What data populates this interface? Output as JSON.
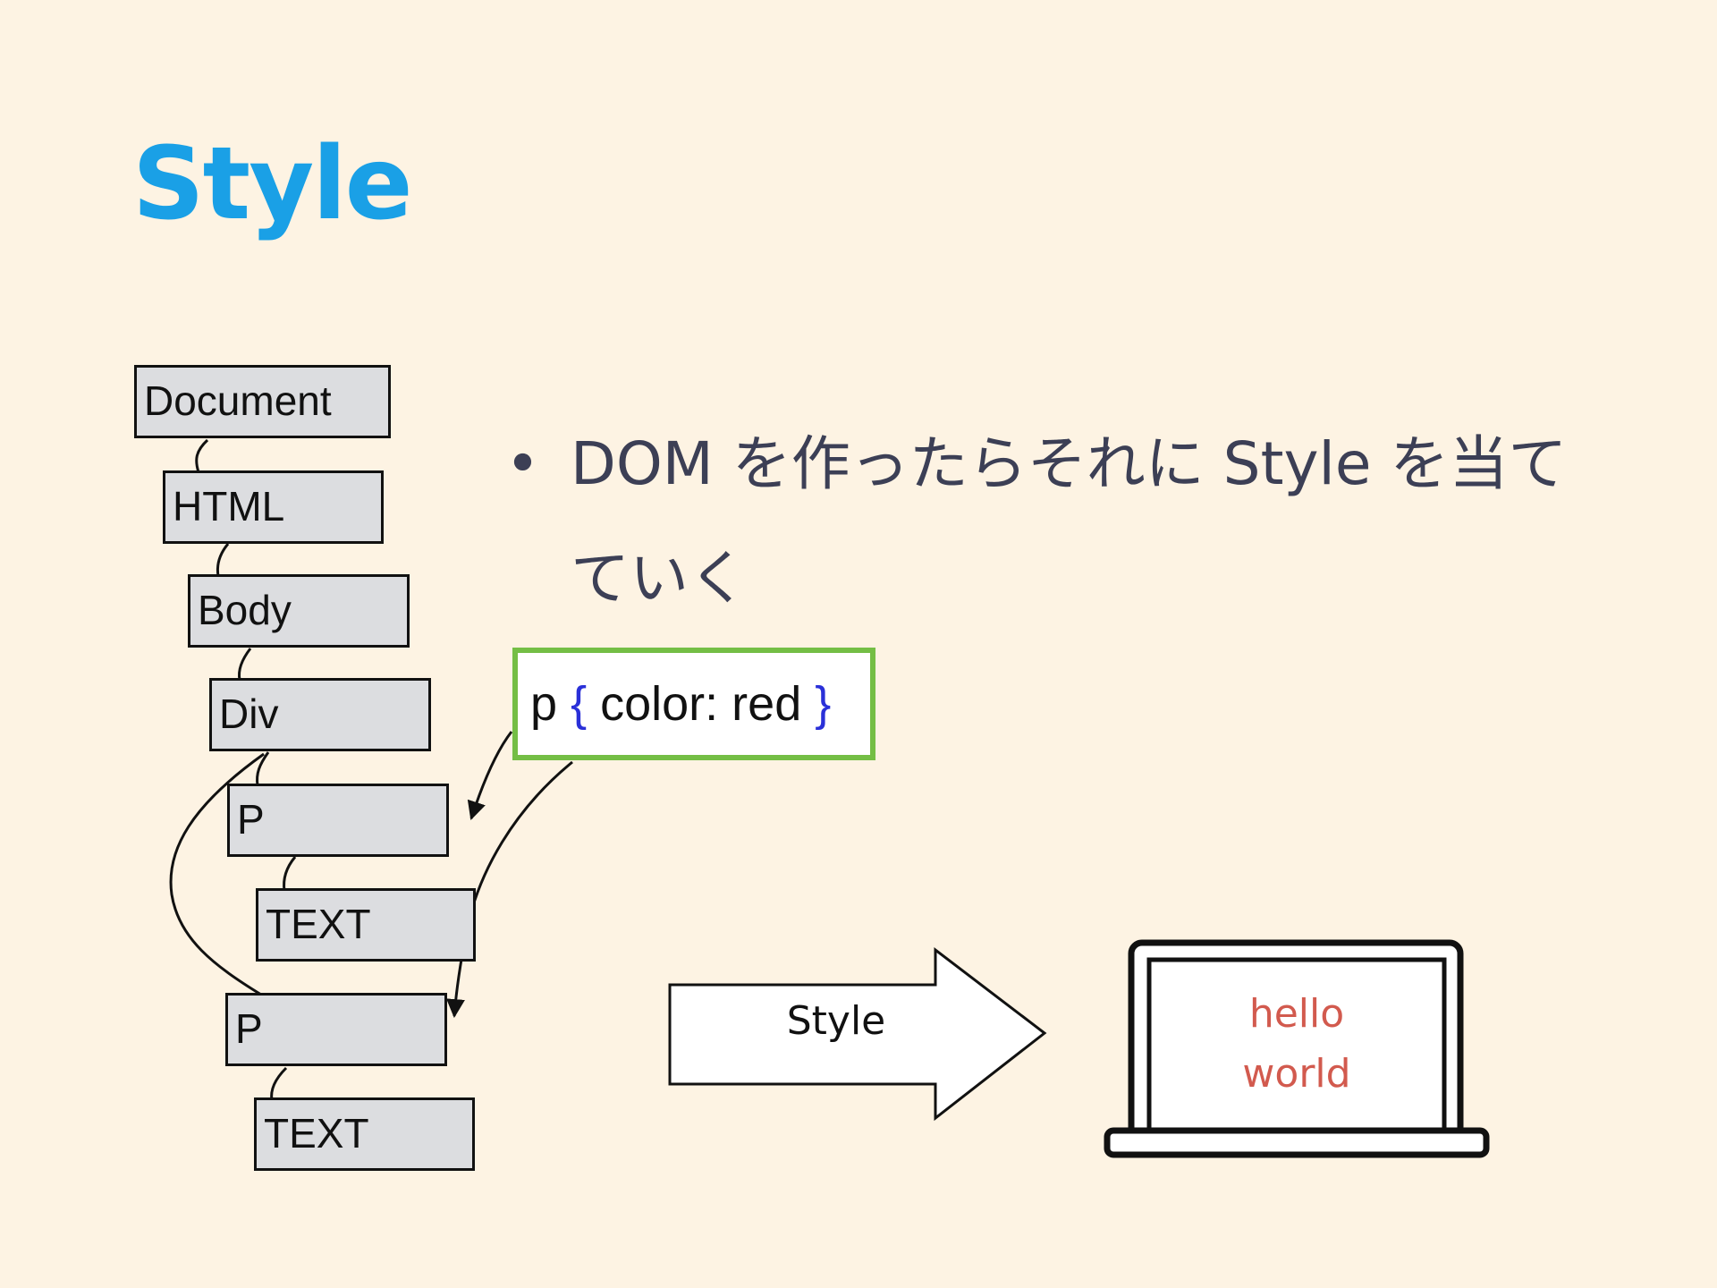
{
  "slide": {
    "title": "Style",
    "bullet_marker": "•",
    "bullet_text": "DOM を作ったらそれに Style を当てていく"
  },
  "dom_tree": {
    "nodes": [
      "Document",
      "HTML",
      "Body",
      "Div",
      "P",
      "TEXT",
      "P",
      "TEXT"
    ]
  },
  "css_rule": {
    "selector": "p",
    "open_brace": "{",
    "declaration": "color: red",
    "close_brace": "}"
  },
  "style_arrow": {
    "label": "Style"
  },
  "laptop_screen": {
    "line1": "hello",
    "line2": "world"
  },
  "colors": {
    "background": "#fdf3e3",
    "title": "#1aa0e6",
    "bullet_text": "#3c3f55",
    "node_fill": "#dcdde0",
    "css_box_border": "#74be45",
    "brace": "#2a30d8",
    "screen_text": "#d25a4e"
  }
}
